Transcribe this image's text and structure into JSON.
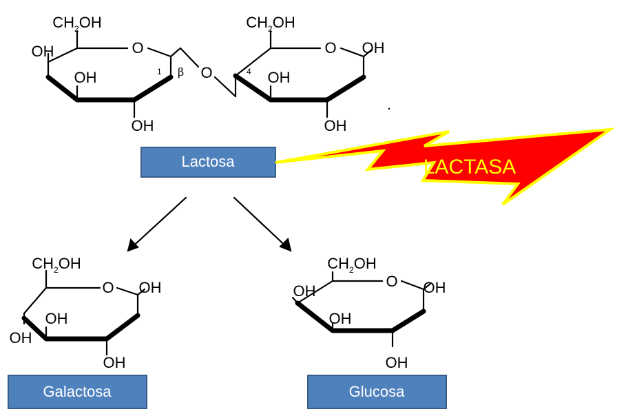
{
  "labels": {
    "lactose": "Lactosa",
    "enzyme": "LACTASA",
    "galactose": "Galactosa",
    "glucose": "Glucosa"
  },
  "chem": {
    "ch2oh_main": "CH",
    "ch2oh_sub": "2",
    "ch2oh_tail": "OH",
    "oh": "OH",
    "ring_o": "O",
    "bridge_o": "O",
    "beta": "β",
    "c1": "1",
    "c4": "4"
  },
  "colors": {
    "box_fill": "#4f81bd",
    "box_border": "#385d8a",
    "bolt_fill": "#ff0000",
    "bolt_border": "#ffff00"
  }
}
